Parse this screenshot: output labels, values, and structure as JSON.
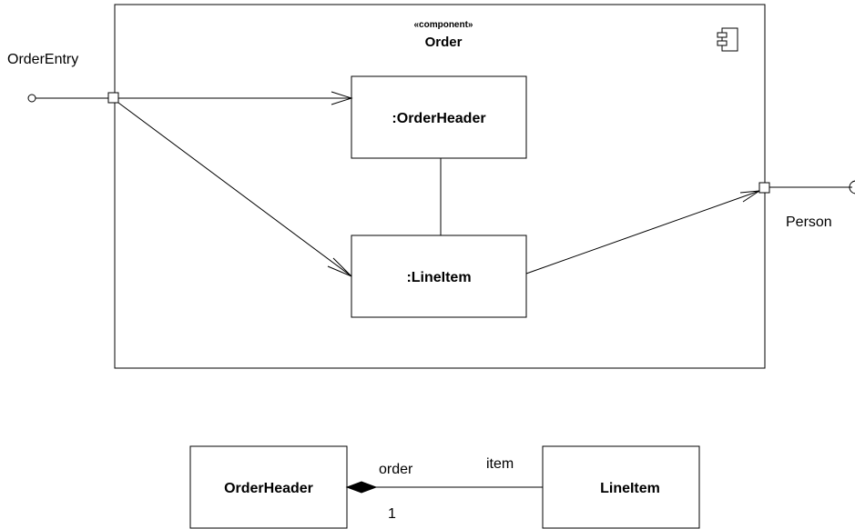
{
  "component": {
    "stereotype": "«component»",
    "name": "Order",
    "icon": "component-icon"
  },
  "parts": {
    "order_header": ":OrderHeader",
    "line_item": ":LineItem"
  },
  "ports": {
    "left_interface": "OrderEntry",
    "right_interface": "Person"
  },
  "class_diagram": {
    "left_class": "OrderHeader",
    "right_class": "LineItem",
    "left_role": "order",
    "right_role": "item",
    "multiplicity": "1"
  }
}
